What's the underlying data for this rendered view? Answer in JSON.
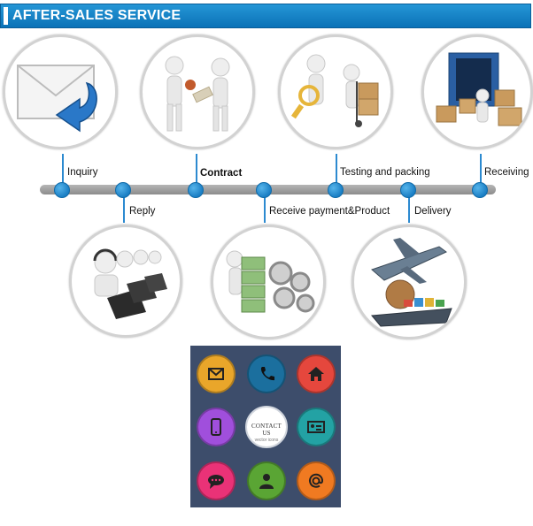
{
  "header": {
    "title": "AFTER-SALES SERVICE"
  },
  "steps": {
    "inquiry": "Inquiry",
    "reply": "Reply",
    "contract": "Contract",
    "payment": "Receive payment&Product",
    "testing": "Testing and packing",
    "delivery": "Delivery",
    "receiving": "Receiving"
  },
  "contact": {
    "title": "CONTACT US",
    "subtitle": "vector icons",
    "tiles": [
      {
        "icon": "envelope-icon",
        "color": "#e9a62a"
      },
      {
        "icon": "phone-icon",
        "color": "#1b6f9e"
      },
      {
        "icon": "home-icon",
        "color": "#e5473d"
      },
      {
        "icon": "mobile-icon",
        "color": "#a04fdc"
      },
      {
        "icon": "id-card-icon",
        "color": "#23a2a4"
      },
      {
        "icon": "chat-icon",
        "color": "#ea3277"
      },
      {
        "icon": "user-icon",
        "color": "#5aa534"
      },
      {
        "icon": "at-sign-icon",
        "color": "#f07a21"
      }
    ]
  },
  "colors": {
    "header": "#1382c7",
    "timeline": "#9e9e9e",
    "dot": "#1b7fc5",
    "panel": "#3d4d6b"
  }
}
